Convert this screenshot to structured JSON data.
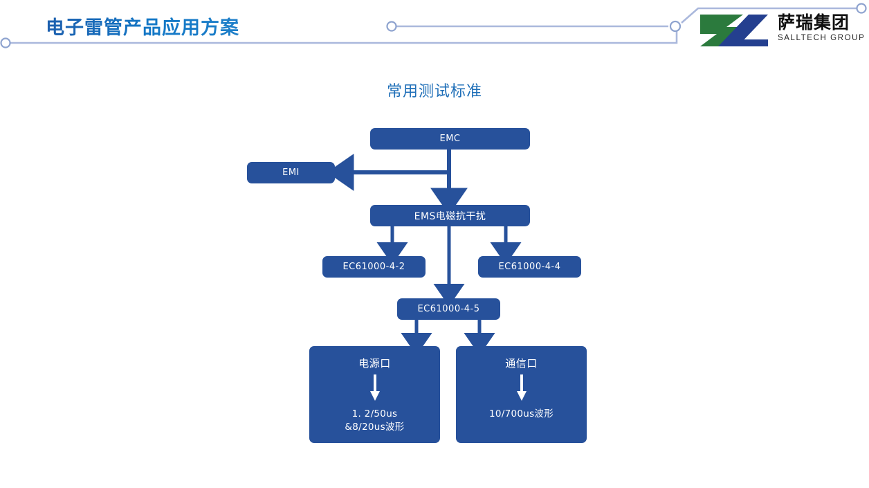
{
  "header": {
    "title": "电子雷管产品应用方案",
    "title_color": "#1371c3",
    "line_color": "#aab8dc",
    "logo": {
      "name_cn": "萨瑞集团",
      "name_en": "SALLTECH GROUP",
      "mark_green": "#2b7a3d",
      "mark_blue": "#243f8f"
    }
  },
  "slide": {
    "title": "常用测试标准",
    "title_color": "#1f6fb8",
    "node_color": "#27519b",
    "connector_color": "#27519b"
  },
  "chart_data": {
    "type": "diagram",
    "title": "常用测试标准",
    "nodes": [
      {
        "id": "emc",
        "label": "EMC"
      },
      {
        "id": "emi",
        "label": "EMI"
      },
      {
        "id": "ems",
        "label": "EMS电磁抗干扰"
      },
      {
        "id": "ec442",
        "label": "EC61000-4-2"
      },
      {
        "id": "ec444",
        "label": "EC61000-4-4"
      },
      {
        "id": "ec445",
        "label": "EC61000-4-5"
      },
      {
        "id": "power",
        "label": "电源口",
        "detail_line1": "1. 2/50us",
        "detail_line2": "&8/20us波形"
      },
      {
        "id": "comm",
        "label": "通信口",
        "detail_line1": "10/700us波形",
        "detail_line2": ""
      }
    ],
    "edges": [
      {
        "from": "emc",
        "to": "emi"
      },
      {
        "from": "emc",
        "to": "ems"
      },
      {
        "from": "ems",
        "to": "ec442"
      },
      {
        "from": "ems",
        "to": "ec444"
      },
      {
        "from": "ems",
        "to": "ec445"
      },
      {
        "from": "ec445",
        "to": "power"
      },
      {
        "from": "ec445",
        "to": "comm"
      }
    ]
  }
}
